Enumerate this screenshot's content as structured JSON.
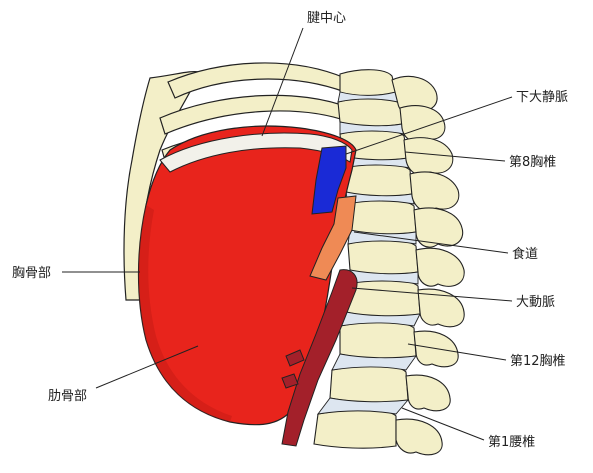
{
  "title": "",
  "colors": {
    "muscle": "#e8241c",
    "muscle_dark": "#b51812",
    "tendon": "#f2f1ea",
    "bone": "#f3efc8",
    "bone_shadow": "#d9d2a2",
    "disc": "#dde6f0",
    "aorta": "#a3202a",
    "esophagus": "#ef8a55",
    "vena_cava": "#1a2ad6",
    "line": "#222222"
  },
  "labels": {
    "central_tendon": "腱中心",
    "ivc": "下大静脈",
    "t8": "第8胸椎",
    "sternal": "胸骨部",
    "esophagus": "食道",
    "aorta": "大動脈",
    "t12": "第12胸椎",
    "costal": "肋骨部",
    "l1": "第1腰椎"
  }
}
